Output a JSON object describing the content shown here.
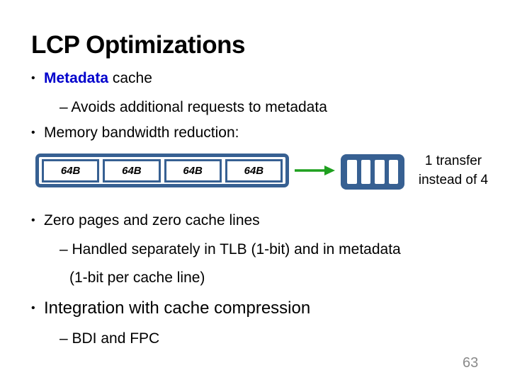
{
  "slide": {
    "title": "LCP Optimizations",
    "page_number": "63",
    "bullet_char": "•"
  },
  "bullets": {
    "b1_highlight": "Metadata",
    "b1_rest": " cache",
    "b1_sub": "– Avoids additional requests to metadata",
    "b2_text": "Memory bandwidth reduction:",
    "b3_text": "Zero pages and zero cache lines",
    "b3_sub1": "– Handled separately in TLB (1-bit) and in metadata",
    "b3_sub2": "(1-bit per cache line)",
    "b4_text": "Integration with cache compression",
    "b4_sub": "– BDI and FPC"
  },
  "diagram": {
    "blocks": [
      "64B",
      "64B",
      "64B",
      "64B"
    ],
    "caption_line1": "1 transfer",
    "caption_line2": "instead of 4",
    "compressed_slot_count": 4
  },
  "colors": {
    "highlight_blue": "#0000CC",
    "box_blue": "#376092",
    "arrow_green": "#1FA01F",
    "page_number_gray": "#8A8A8A"
  }
}
